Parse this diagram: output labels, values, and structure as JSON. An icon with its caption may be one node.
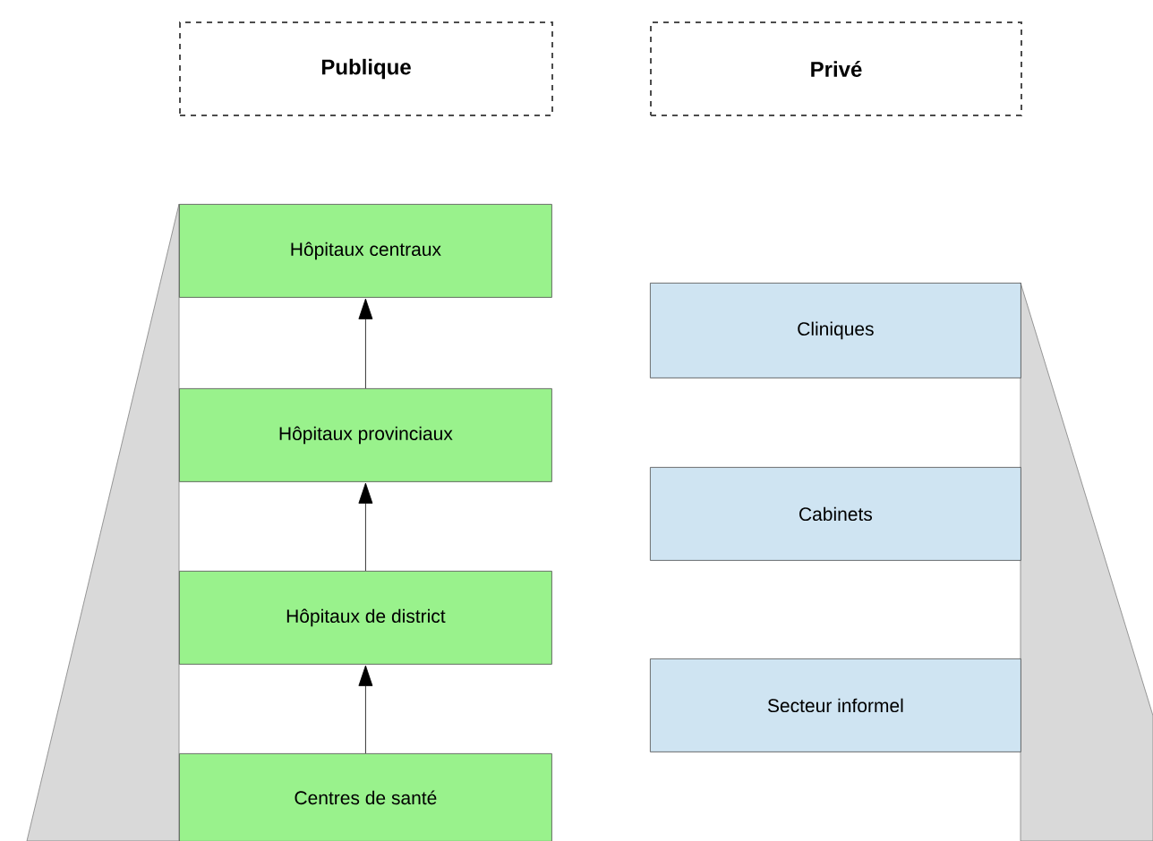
{
  "diagram": {
    "nodes": [
      {
        "text": [
          "Publique"
        ]
      },
      {
        "text": [
          "Privé"
        ]
      },
      {
        "text": [
          "Hôpitaux centraux"
        ]
      },
      {
        "text": [
          "Hôpitaux provinciaux"
        ]
      },
      {
        "text": [
          "Hôpitaux de district"
        ]
      },
      {
        "text": [
          "Centres de santé"
        ]
      },
      {
        "text": [
          "Cliniques"
        ]
      },
      {
        "text": [
          "Cabinets"
        ]
      },
      {
        "text": [
          "Secteur informel"
        ]
      }
    ],
    "edges": [
      {
        "from": 3,
        "to": 2,
        "arrow": "to"
      },
      {
        "from": 4,
        "to": 3,
        "arrow": "to"
      },
      {
        "from": 5,
        "to": 4,
        "arrow": "to"
      }
    ]
  }
}
